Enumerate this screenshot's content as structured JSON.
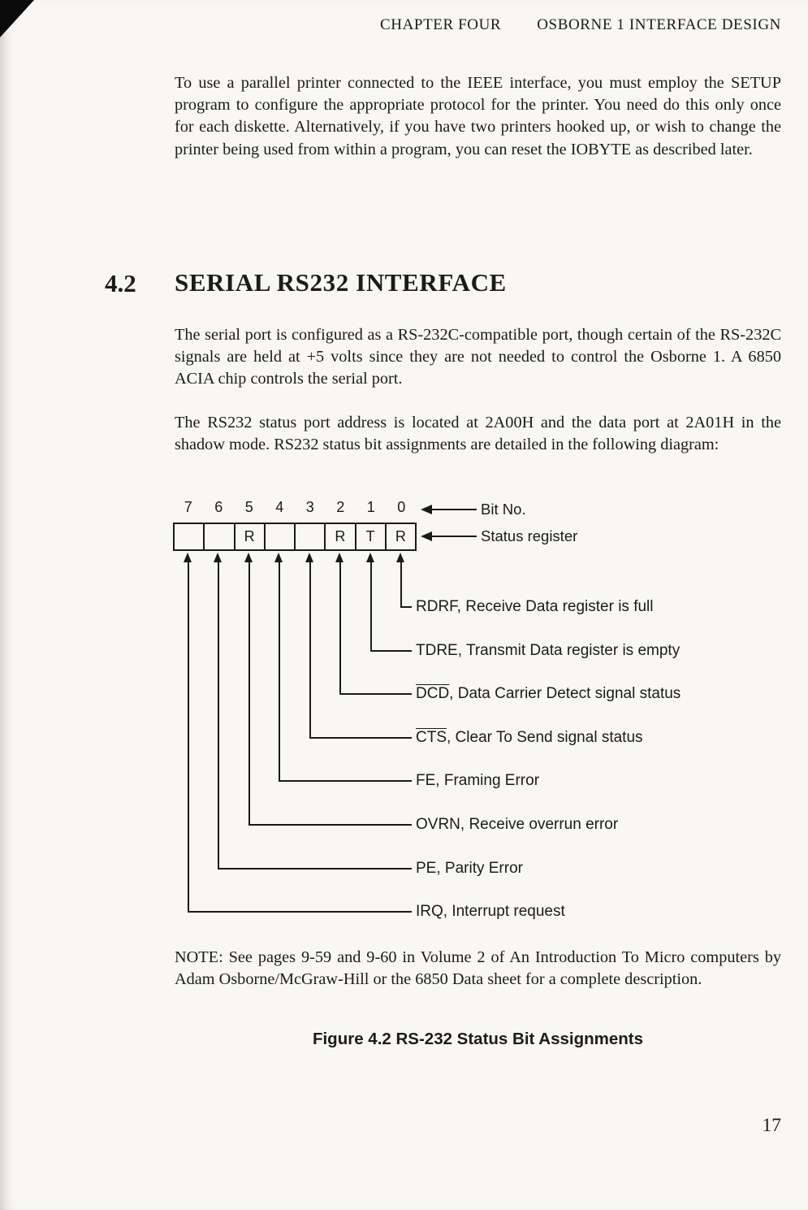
{
  "page": {
    "header_left": "CHAPTER FOUR",
    "header_right": "OSBORNE 1 INTERFACE DESIGN",
    "page_number": "17"
  },
  "intro_paragraph": "To use a parallel printer connected to the IEEE interface, you must employ the SETUP program to configure the appropriate protocol for the printer. You need do this only once for each diskette. Alternatively, if you have two printers hooked up, or wish to change the printer being used from within a program, you can reset the IOBYTE as described later.",
  "section": {
    "number": "4.2",
    "title": "SERIAL RS232 INTERFACE"
  },
  "paragraphs": [
    "The serial port is configured as a RS-232C-compatible port, though certain of the RS-232C signals are held at +5 volts since they are not needed to control the Osborne 1. A 6850 ACIA chip controls the serial port.",
    "The RS232 status port address is located at 2A00H and the data port at 2A01H in the shadow mode. RS232 status bit assignments are detailed in the following diagram:"
  ],
  "diagram": {
    "bit_numbers": [
      "7",
      "6",
      "5",
      "4",
      "3",
      "2",
      "1",
      "0"
    ],
    "bit_no_label": "Bit No.",
    "status_register_label": "Status register",
    "register_cells": [
      "",
      "",
      "R",
      "",
      "",
      "R",
      "T",
      "R"
    ],
    "signals": [
      {
        "abbr": "RDRF",
        "overline": false,
        "rest": ", Receive Data register is full"
      },
      {
        "abbr": "TDRE",
        "overline": false,
        "rest": ", Transmit Data register is empty"
      },
      {
        "abbr": "DCD",
        "overline": true,
        "rest": ", Data Carrier Detect signal status"
      },
      {
        "abbr": "CTS",
        "overline": true,
        "rest": ", Clear To Send signal status"
      },
      {
        "abbr": "FE",
        "overline": false,
        "rest": ", Framing Error"
      },
      {
        "abbr": "OVRN",
        "overline": false,
        "rest": ", Receive overrun error"
      },
      {
        "abbr": "PE",
        "overline": false,
        "rest": ", Parity Error"
      },
      {
        "abbr": "IRQ",
        "overline": false,
        "rest": ", Interrupt request"
      }
    ]
  },
  "note_paragraph": "NOTE: See pages 9-59 and 9-60 in Volume 2 of An Introduction To Micro computers by Adam Osborne/McGraw-Hill or the 6850 Data sheet for a complete description.",
  "figure_caption": "Figure 4.2 RS-232 Status Bit Assignments"
}
